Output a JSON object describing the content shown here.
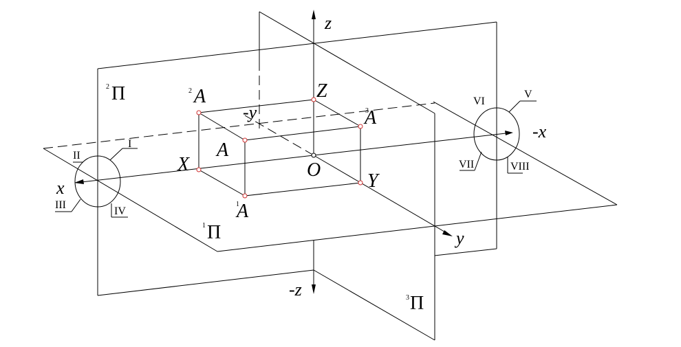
{
  "axes": {
    "z": "z",
    "neg_z": "-z",
    "x": "x",
    "neg_x": "-x",
    "y": "y",
    "neg_y": "-y"
  },
  "planes": {
    "p1": {
      "sup": "1",
      "symbol": "Π"
    },
    "p2": {
      "sup": "2",
      "symbol": "Π"
    },
    "p3": {
      "sup": "3",
      "symbol": "Π"
    }
  },
  "points": {
    "A": "A",
    "A1": {
      "sup": "1",
      "name": "A"
    },
    "A2": {
      "sup": "2",
      "name": "A"
    },
    "A3": {
      "sup": "3",
      "name": "A"
    },
    "X": "X",
    "Y": "Y",
    "Z": "Z",
    "O": "O"
  },
  "octants": {
    "I": "I",
    "II": "II",
    "III": "III",
    "IV": "IV",
    "V": "V",
    "VI": "VI",
    "VII": "VII",
    "VIII": "VIII"
  },
  "colors": {
    "lines": "#000000",
    "projection_points": "#d03030"
  }
}
